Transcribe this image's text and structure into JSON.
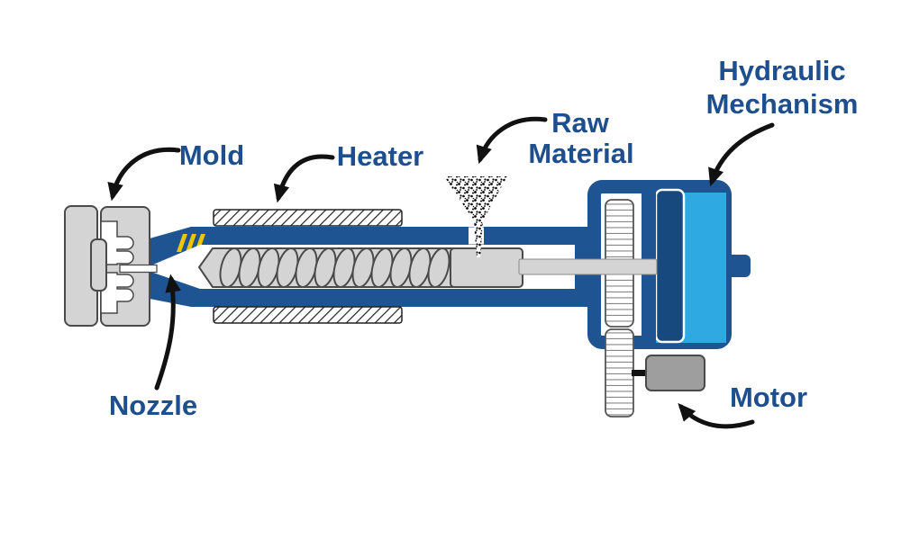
{
  "labels": {
    "mold": "Mold",
    "heater": "Heater",
    "raw_material_line1": "Raw",
    "raw_material_line2": "Material",
    "hydraulic_line1": "Hydraulic",
    "hydraulic_line2": "Mechanism",
    "nozzle": "Nozzle",
    "motor": "Motor"
  },
  "colors": {
    "label_text": "#1d4f8f",
    "machine_blue": "#1f5493",
    "piston_navy": "#17497f",
    "hydraulic_light_blue": "#2fa9e1",
    "metal_gray": "#d4d4d4",
    "motor_gray": "#9e9e9e",
    "stripe_yellow": "#efc500",
    "arrow_black": "#111111"
  }
}
